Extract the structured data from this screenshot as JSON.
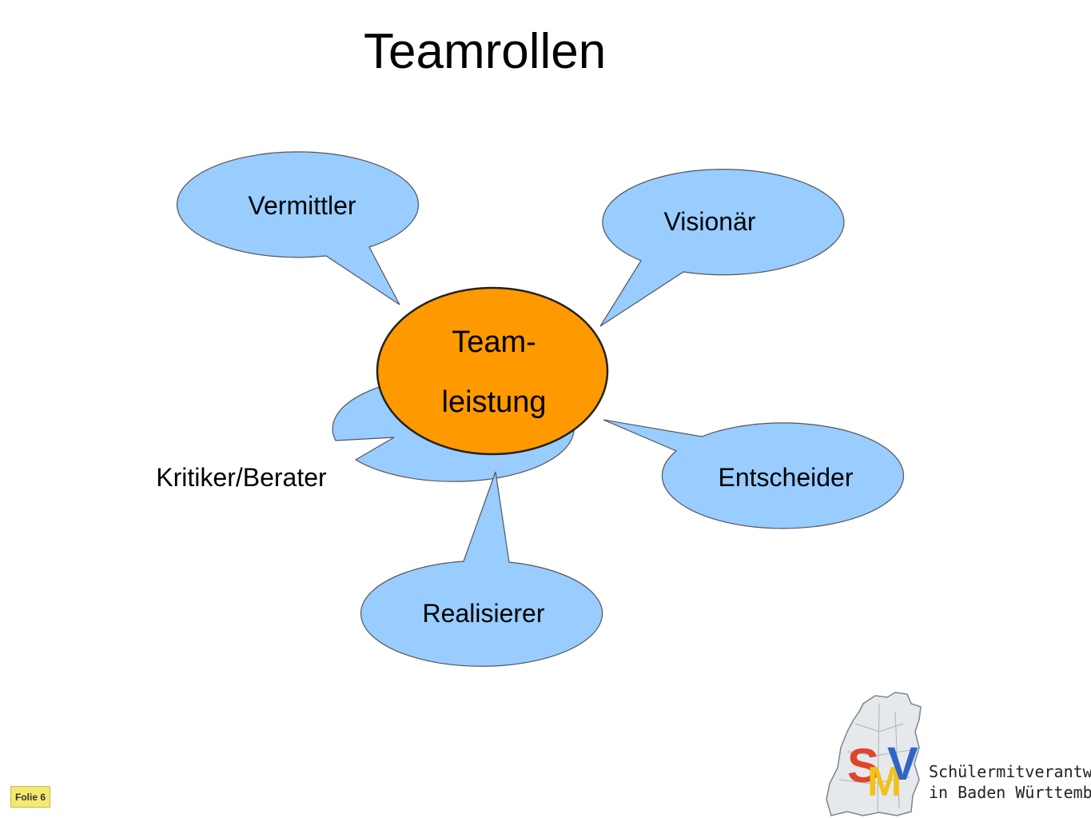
{
  "slide": {
    "title": "Teamrollen",
    "badge": "Folie 6"
  },
  "diagram": {
    "center": {
      "line1": "Team-",
      "line2": "leistung",
      "fill": "#FF9900"
    },
    "bubble_fill": "#99CCFF",
    "roles": [
      {
        "id": "vermittler",
        "label": "Vermittler"
      },
      {
        "id": "visionaer",
        "label": "Visionär"
      },
      {
        "id": "kritiker",
        "label": "Kritiker/Berater"
      },
      {
        "id": "entscheider",
        "label": "Entscheider"
      },
      {
        "id": "realisierer",
        "label": "Realisierer"
      }
    ]
  },
  "logo": {
    "initials": "SMV",
    "line1": "Schülermitverantwortung",
    "line2": "in Baden Württemberg"
  }
}
